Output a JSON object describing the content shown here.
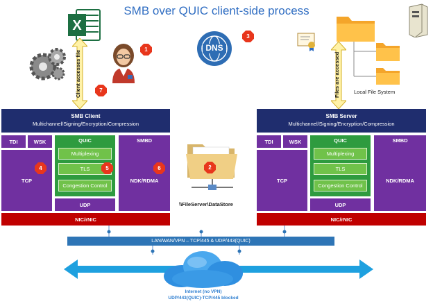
{
  "title": "SMB over QUIC client-side process",
  "client": {
    "header": "SMB Client",
    "subheader": "Multichannel/Signing/Encryption/Compression",
    "tdi": "TDI",
    "wsk": "WSK",
    "quic": "QUIC",
    "multiplexing": "Multiplexing",
    "tls": "TLS",
    "congestion": "Congestion Control",
    "udp": "UDP",
    "tcp": "TCP",
    "smbd": "SMBD",
    "ndk": "NDK/RDMA",
    "nic": "NIC/rNIC"
  },
  "server": {
    "header": "SMB Server",
    "subheader": "Multichannel/Signing/Encryption/Compression",
    "tdi": "TDI",
    "wsk": "WSK",
    "quic": "QUIC",
    "multiplexing": "Multiplexing",
    "tls": "TLS",
    "congestion": "Congestion Control",
    "udp": "UDP",
    "tcp": "TCP",
    "smbd": "SMBD",
    "ndk": "NDK/RDMA",
    "nic": "NIC/rNIC"
  },
  "arrows": {
    "client_access": "Client accesses file",
    "files_accessed": "Files are accessed"
  },
  "file_server_path": "\\\\FileServer\\DataStore",
  "local_fs": "Local File System",
  "dns_label": "DNS",
  "lan_label": "LAN/WAN/VPN – TCP/445 & UDP/443(QUIC)",
  "internet": {
    "line1": "Internet (no VPN)",
    "line2": "UDP/443(QUIC)-TCP/445 blocked"
  },
  "badges": [
    "1",
    "2",
    "3",
    "4",
    "5",
    "6",
    "7"
  ],
  "colors": {
    "navy": "#1f2d6e",
    "purple": "#7030a0",
    "green": "#2e9b3f",
    "lime": "#70c24a",
    "red": "#c00000",
    "badge": "#e8361c",
    "lan": "#2e75b6",
    "arrow": "#1ea0df"
  },
  "icons": [
    "excel-icon",
    "user-icon",
    "gears-icon",
    "dns-icon",
    "folder-share-icon",
    "certificate-icon",
    "folder-tree-icon",
    "server-tower-icon",
    "cloud-icon"
  ]
}
